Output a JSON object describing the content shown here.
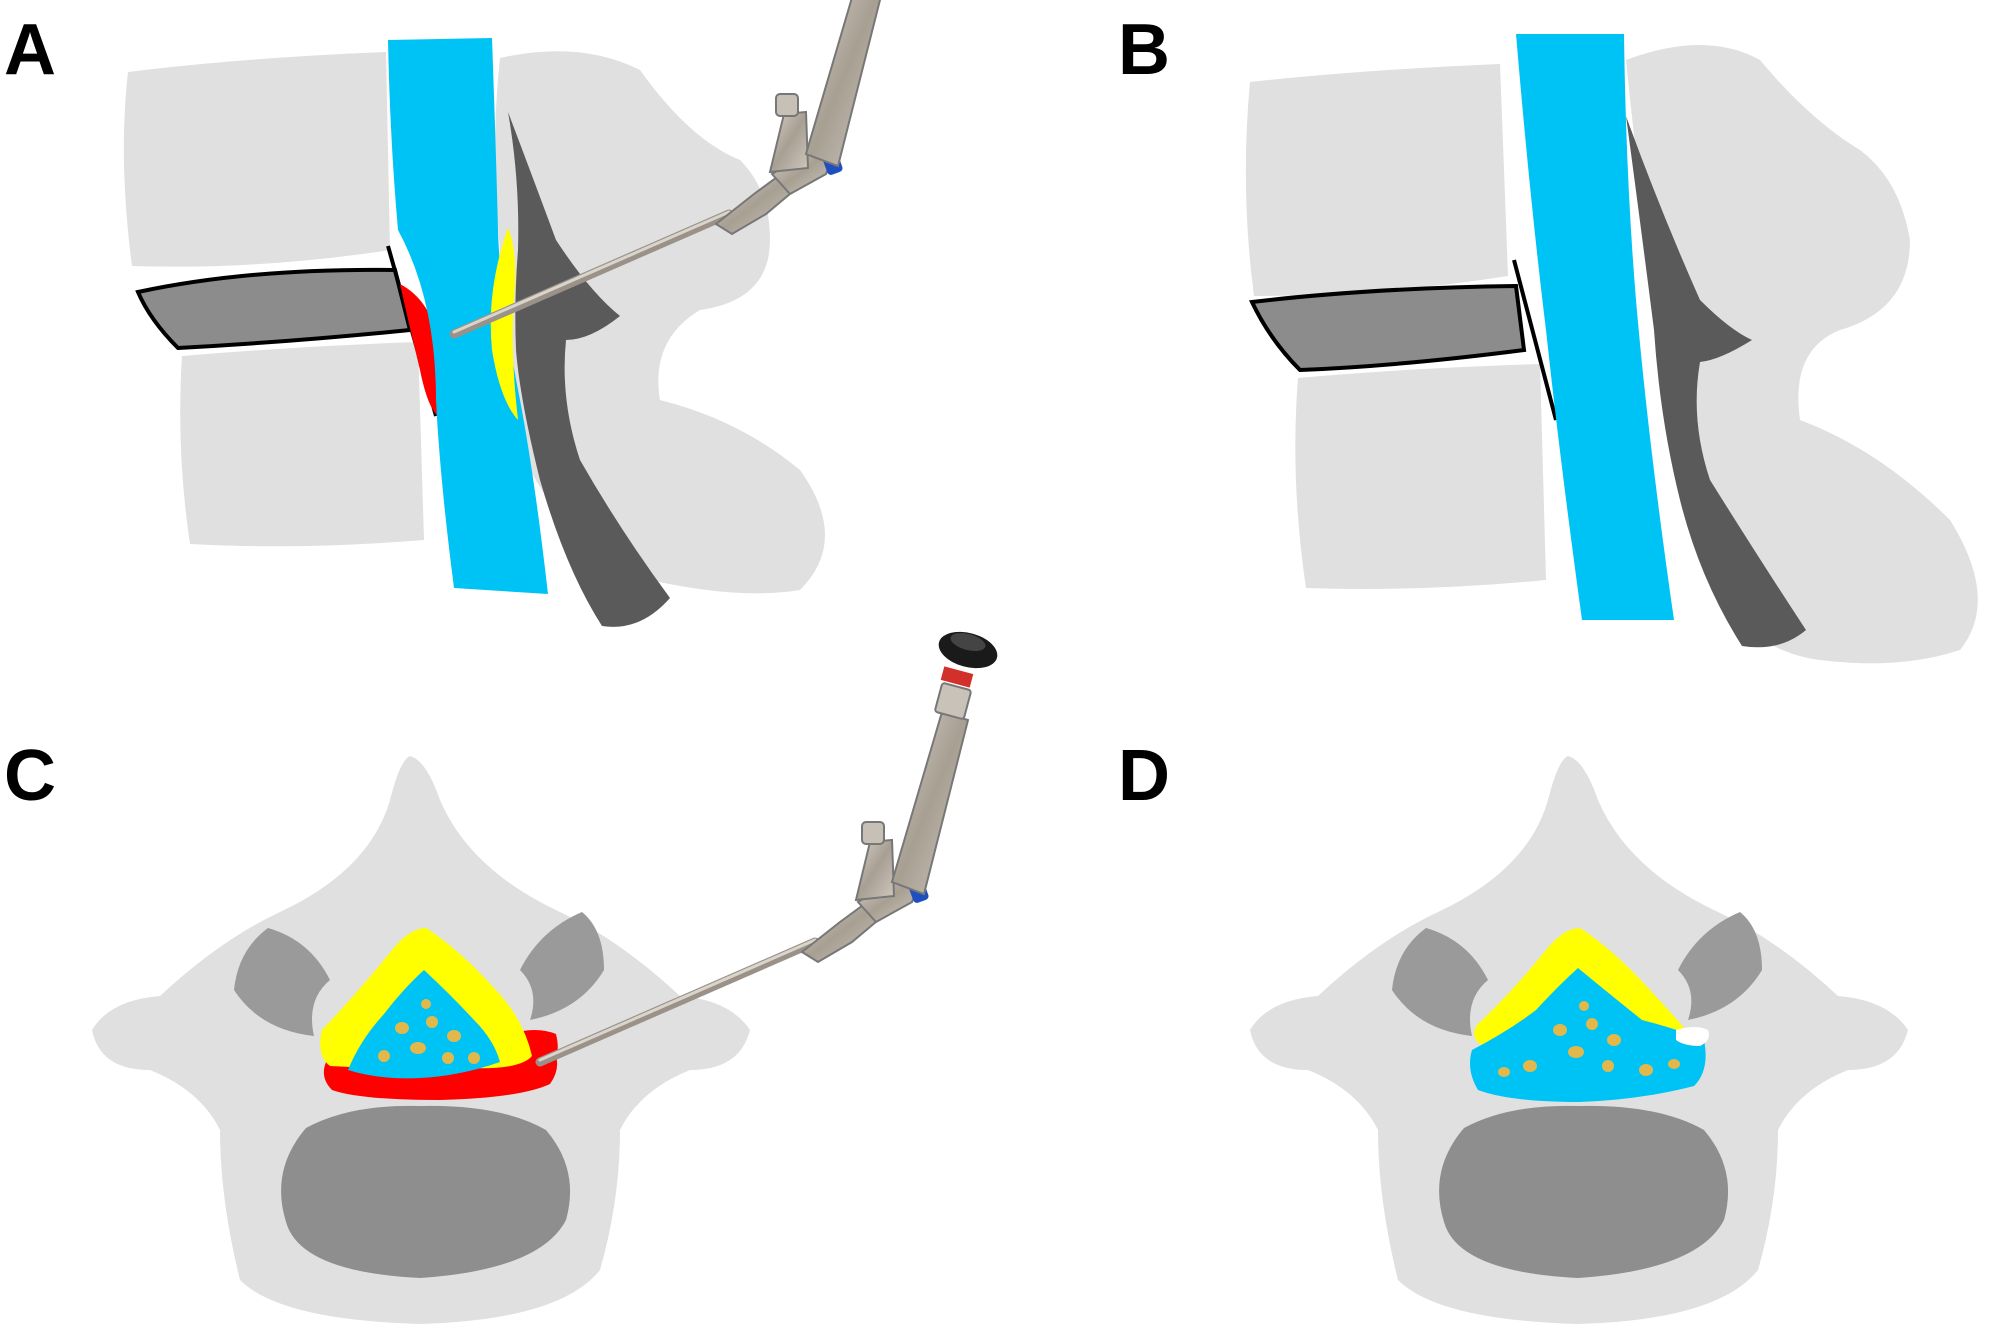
{
  "panels": [
    {
      "id": "A",
      "label": "A"
    },
    {
      "id": "B",
      "label": "B"
    },
    {
      "id": "C",
      "label": "C"
    },
    {
      "id": "D",
      "label": "D"
    }
  ],
  "colors": {
    "background": "#ffffff",
    "bone": "#e0e0e0",
    "disc": "#8c8c8c",
    "ligament": "#5a5a5a",
    "lamina": "#9a9a9a",
    "vertebral_body_axial": "#8e8e8e",
    "dural_sac": "#00c3f5",
    "fat": "#ffff00",
    "herniation": "#ff0000",
    "nerve_rootlets": "#e2b84a",
    "endoscope_metal": "#b9b1a6",
    "endoscope_eyepiece": "#1a1a1a",
    "endoscope_port": "#1f4fbf",
    "endoscope_ring": "#d2302a"
  },
  "icons": {
    "instrument": "endoscope-icon"
  }
}
